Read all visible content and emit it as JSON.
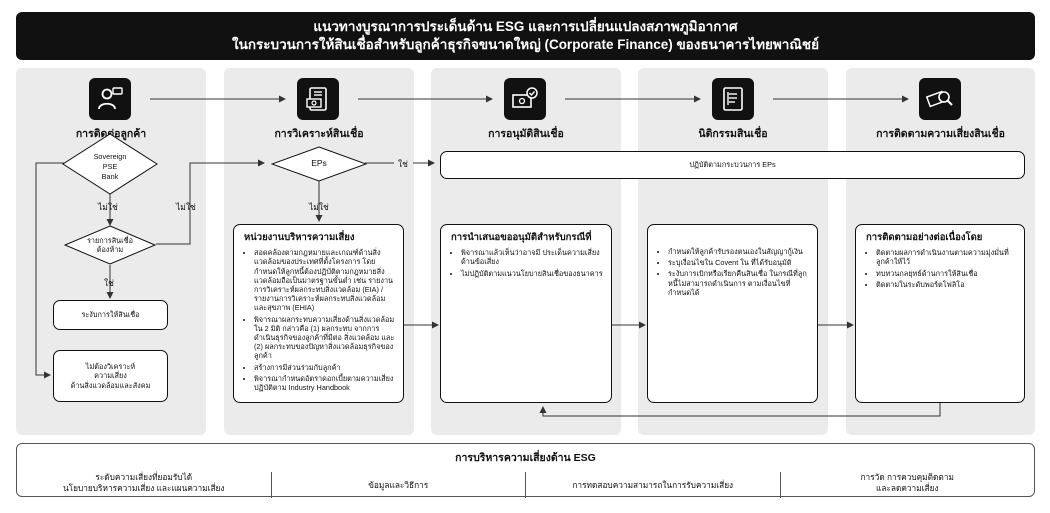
{
  "title": {
    "line1": "แนวทางบูรณาการประเด็นด้าน ESG และการเปลี่ยนแปลงสภาพภูมิอากาศ",
    "line2": "ในกระบวนการให้สินเชื่อสำหรับลูกค้าธุรกิจขนาดใหญ่ (Corporate Finance) ของธนาคารไทยพาณิชย์"
  },
  "stages": [
    {
      "label": "การติดต่อลูกค้า",
      "icon": "customer-contact-icon"
    },
    {
      "label": "การวิเคราะห์สินเชื่อ",
      "icon": "credit-analysis-icon"
    },
    {
      "label": "การอนุมัติสินเชื่อ",
      "icon": "credit-approval-icon"
    },
    {
      "label": "นิติกรรมสินเชื่อ",
      "icon": "legal-document-icon"
    },
    {
      "label": "การติดตามความเสี่ยงสินเชื่อ",
      "icon": "risk-monitoring-icon"
    }
  ],
  "flow": {
    "decision1": [
      "Sovereign",
      "PSE",
      "Bank"
    ],
    "no1": "ไม่ใช่",
    "no2": "ไม่ใช่",
    "decision2": [
      "รายการสินเชื่อ",
      "ต้องห้าม"
    ],
    "yes1": "ใช่",
    "stop_lending": "ระงับการให้สินเชื่อ",
    "no_analysis": [
      "ไม่ต้องวิเคราะห์",
      "ความเสี่ยง",
      "ด้านสิ่งแวดล้อมและสังคม"
    ],
    "eps": "EPs",
    "yes_eps": "ใช่",
    "no_eps": "ไม่ใช่",
    "eps_process": "ปฏิบัติตามกระบวนการ EPs"
  },
  "cards": {
    "risk_unit": {
      "heading": "หน่วยงานบริหารความเสี่ยง",
      "items": [
        "สอดคล้องตามกฎหมายและเกณฑ์ด้านสิ่งแวดล้อมของประเทศที่ตั้งโครงการ โดยกำหนดให้ลูกหนี้ต้องปฏิบัติตามกฎหมายสิ่งแวดล้อมถือเป็นมาตรฐานขั้นต่ำ เช่น รายงานการวิเคราะห์ผลกระทบสิ่งแวดล้อม (EIA) / รายงานการวิเคราะห์ผลกระทบสิ่งแวดล้อมและสุขภาพ (EHIA)",
        "พิจารณาผลกระทบความเสี่ยงด้านสิ่งแวดล้อมใน 2 มิติ กล่าวคือ (1) ผลกระทบ จากการดำเนินธุรกิจของลูกค้าที่มีต่อ สิ่งแวดล้อม และ (2) ผลกระทบของปัญหาสิ่งแวดล้อมธุรกิจของลูกค้า",
        "สร้างการมีส่วนร่วมกับลูกค้า",
        "พิจารณากำหนดอัตราดอกเบี้ยตามความเสี่ยงปฏิบัติตาม Industry Handbook"
      ]
    },
    "approval": {
      "heading": "การนำเสนอขออนุมัติสำหรับกรณีที่",
      "items": [
        "พิจารณาแล้วเห็นว่าอาจมี ประเด็นความเสี่ยงด้านข้อเสี่ยง",
        "ไม่ปฏิบัติตามแนวนโยบายสินเชื่อของธนาคาร"
      ]
    },
    "legal": {
      "items": [
        "กำหนดให้ลูกค้ารับรองตนเองในสัญญากู้เงิน",
        "ระบุเงื่อนไขใน Covent ใน ที่ได้รับอนุมัติ",
        "ระงับการเบิกหรือเรียกคืนสินเชื่อ ในกรณีที่ลูกหนี้ไม่สามารถดำเนินการ ตามเงื่อนไขที่กำหนดได้"
      ]
    },
    "monitoring": {
      "heading": "การติดตามอย่างต่อเนื่องโดย",
      "items": [
        "ติดตามผลการดำเนินงานตามความมุ่งมั่นที่ลูกค้าให้ไว้",
        "ทบทวนกลยุทธ์ด้านการให้สินเชื่อ",
        "ติดตามในระดับพอร์ตโฟลิโอ"
      ]
    }
  },
  "bottom": {
    "title": "การบริหารความเสี่ยงด้าน ESG",
    "items": [
      [
        "ระดับความเสี่ยงที่ยอมรับได้",
        "นโยบายบริหารความเสี่ยง และแผนความเสี่ยง"
      ],
      [
        "ข้อมูลและวิธีการ"
      ],
      [
        "การทดสอบความสามารถในการรับความเสี่ยง"
      ],
      [
        "การวัด การควบคุมติดตาม",
        "และลดความเสี่ยง"
      ]
    ]
  }
}
